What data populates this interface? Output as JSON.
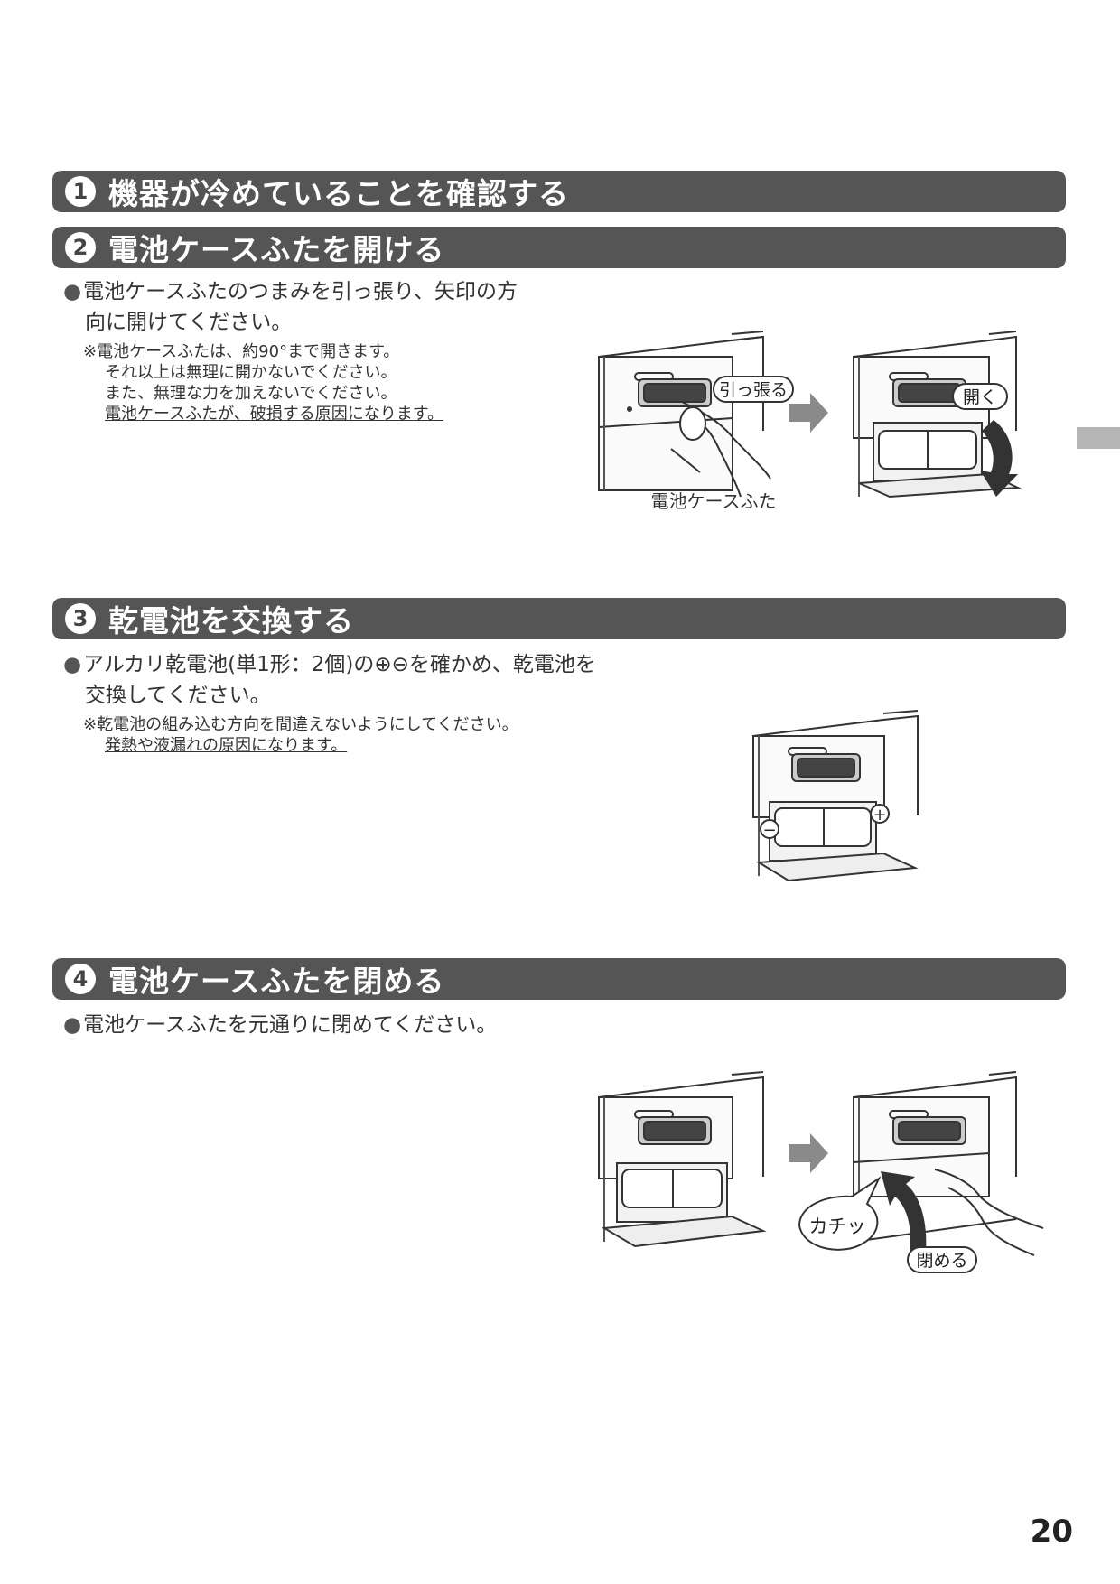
{
  "steps": [
    {
      "num": "1",
      "title": "機器が冷めていることを確認する"
    },
    {
      "num": "2",
      "title": "電池ケースふたを開ける"
    },
    {
      "num": "3",
      "title": "乾電池を交換する"
    },
    {
      "num": "4",
      "title": "電池ケースふたを閉める"
    }
  ],
  "step2": {
    "bullet": "●",
    "line1": "電池ケースふたのつまみを引っ張り、矢印の方",
    "line2": "向に開けてください。",
    "note1": "※電池ケースふたは、約90°まで開きます。",
    "note2": "それ以上は無理に開かないでください。",
    "note3": "また、無理な力を加えないでください。",
    "note4": "電池ケースふたが、破損する原因になります。",
    "label_pull": "引っ張る",
    "label_open": "開く",
    "label_cover": "電池ケースふた"
  },
  "step3": {
    "bullet": "●",
    "line1": "アルカリ乾電池(単1形：2個)の⊕⊖を確かめ、乾電池を",
    "line2": "交換してください。",
    "note1": "※乾電池の組み込む方向を間違えないようにしてください。",
    "note2": "発熱や液漏れの原因になります。",
    "minus": "−",
    "plus": "+"
  },
  "step4": {
    "bullet": "●",
    "line1": "電池ケースふたを元通りに閉めてください。",
    "label_click": "カチッ",
    "label_close": "閉める"
  },
  "page_number": "20"
}
